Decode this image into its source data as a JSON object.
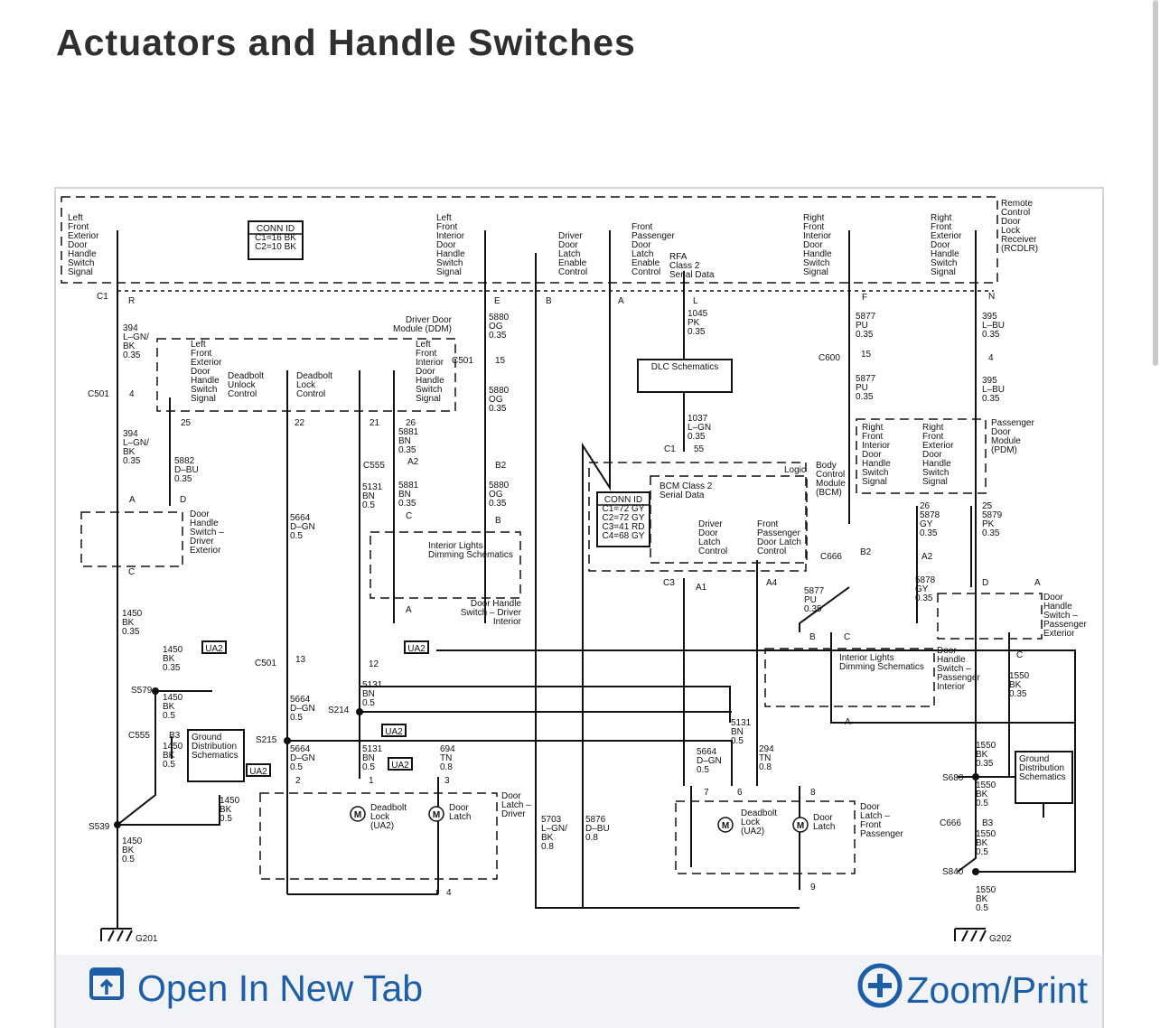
{
  "page": {
    "title": "Actuators and Handle Switches"
  },
  "actions": {
    "open_new_tab": "Open In New Tab",
    "zoom_print": "Zoom/Print"
  },
  "colors": {
    "accent": "#1d5ea8",
    "bar_bg": "#f1f3f6",
    "title": "#2f2f2f"
  },
  "icons": {
    "open_new_tab": "open-in-new-tab-icon",
    "zoom_print": "plus-circle-icon"
  },
  "diagram": {
    "labels": [
      {
        "id": "lf-ext-signal",
        "lines": [
          "Left",
          "Front",
          "Exterior",
          "Door",
          "Handle",
          "Switch",
          "Signal"
        ]
      },
      {
        "id": "lf-int-signal",
        "lines": [
          "Left",
          "Front",
          "Interior",
          "Door",
          "Handle",
          "Switch",
          "Signal"
        ]
      },
      {
        "id": "drv-latch-enable",
        "lines": [
          "Driver",
          "Door",
          "Latch",
          "Enable",
          "Control"
        ]
      },
      {
        "id": "pass-latch-enable",
        "lines": [
          "Front",
          "Passenger",
          "Door",
          "Latch",
          "Enable",
          "Control"
        ]
      },
      {
        "id": "rfa-class2",
        "lines": [
          "RFA",
          "Class 2",
          "Serial Data"
        ]
      },
      {
        "id": "rf-int-signal",
        "lines": [
          "Right",
          "Front",
          "Interior",
          "Door",
          "Handle",
          "Switch",
          "Signal"
        ]
      },
      {
        "id": "rf-ext-signal",
        "lines": [
          "Right",
          "Front",
          "Exterior",
          "Door",
          "Handle",
          "Switch",
          "Signal"
        ]
      },
      {
        "id": "rcdlr",
        "lines": [
          "Remote",
          "Control",
          "Door",
          "Lock",
          "Receiver",
          "(RCDLR)"
        ]
      },
      {
        "id": "c1",
        "lines": [
          "C1"
        ]
      },
      {
        "id": "pin-r",
        "lines": [
          "R"
        ]
      },
      {
        "id": "pin-e",
        "lines": [
          "E"
        ]
      },
      {
        "id": "pin-b",
        "lines": [
          "B"
        ]
      },
      {
        "id": "pin-a",
        "lines": [
          "A"
        ]
      },
      {
        "id": "pin-l",
        "lines": [
          "L"
        ]
      },
      {
        "id": "pin-f",
        "lines": [
          "F"
        ]
      },
      {
        "id": "pin-n",
        "lines": [
          "N"
        ]
      },
      {
        "id": "w394a",
        "lines": [
          "394",
          "L–GN/",
          "BK",
          "0.35"
        ]
      },
      {
        "id": "ddm",
        "lines": [
          "Driver Door",
          "Module (DDM)"
        ]
      },
      {
        "id": "ddm-lf-ext",
        "lines": [
          "Left",
          "Front",
          "Exterior",
          "Door",
          "Handle",
          "Switch",
          "Signal"
        ]
      },
      {
        "id": "deadbolt-unlock",
        "lines": [
          "Deadbolt",
          "Unlock",
          "Control"
        ]
      },
      {
        "id": "deadbolt-lock",
        "lines": [
          "Deadbolt",
          "Lock",
          "Control"
        ]
      },
      {
        "id": "ddm-lf-int",
        "lines": [
          "Left",
          "Front",
          "Interior",
          "Door",
          "Handle",
          "Switch",
          "Signal"
        ]
      },
      {
        "id": "c501-15",
        "lines": [
          "C501"
        ]
      },
      {
        "id": "pin-15",
        "lines": [
          "15"
        ]
      },
      {
        "id": "w5880a",
        "lines": [
          "5880",
          "OG",
          "0.35"
        ]
      },
      {
        "id": "w5880b",
        "lines": [
          "5880",
          "OG",
          "0.35"
        ]
      },
      {
        "id": "w5880c",
        "lines": [
          "5880",
          "OG",
          "0.35"
        ]
      },
      {
        "id": "w1045",
        "lines": [
          "1045",
          "PK",
          "0.35"
        ]
      },
      {
        "id": "c600",
        "lines": [
          "C600"
        ]
      },
      {
        "id": "pin-c600-15",
        "lines": [
          "15"
        ]
      },
      {
        "id": "w5877a",
        "lines": [
          "5877",
          "PU",
          "0.35"
        ]
      },
      {
        "id": "w5877b",
        "lines": [
          "5877",
          "PU",
          "0.35"
        ]
      },
      {
        "id": "w5877c",
        "lines": [
          "5877",
          "PU",
          "0.35"
        ]
      },
      {
        "id": "w395a",
        "lines": [
          "395",
          "L–BU",
          "0.35"
        ]
      },
      {
        "id": "w395b",
        "lines": [
          "395",
          "L–BU",
          "0.35"
        ]
      },
      {
        "id": "pin-4r",
        "lines": [
          "4"
        ]
      },
      {
        "id": "c501-4",
        "lines": [
          "C501"
        ]
      },
      {
        "id": "pin-4",
        "lines": [
          "4"
        ]
      },
      {
        "id": "pin-25",
        "lines": [
          "25"
        ]
      },
      {
        "id": "pin-22",
        "lines": [
          "22"
        ]
      },
      {
        "id": "pin-21",
        "lines": [
          "21"
        ]
      },
      {
        "id": "pin-26",
        "lines": [
          "26"
        ]
      },
      {
        "id": "w5881a",
        "lines": [
          "5881",
          "BN",
          "0.35"
        ]
      },
      {
        "id": "w5881b",
        "lines": [
          "5881",
          "BN",
          "0.35"
        ]
      },
      {
        "id": "w1037",
        "lines": [
          "1037",
          "L–GN",
          "0.35"
        ]
      },
      {
        "id": "c1-55",
        "lines": [
          "C1"
        ]
      },
      {
        "id": "pin-55",
        "lines": [
          "55"
        ]
      },
      {
        "id": "logic",
        "lines": [
          "Logic"
        ]
      },
      {
        "id": "bcm",
        "lines": [
          "Body",
          "Control",
          "Module",
          "(BCM)"
        ]
      },
      {
        "id": "w394b",
        "lines": [
          "394",
          "L–GN/",
          "BK",
          "0.35"
        ]
      },
      {
        "id": "w5882",
        "lines": [
          "5882",
          "D–BU",
          "0.35"
        ]
      },
      {
        "id": "c555a",
        "lines": [
          "C555"
        ]
      },
      {
        "id": "pin-a2",
        "lines": [
          "A2"
        ]
      },
      {
        "id": "pin-b2",
        "lines": [
          "B2"
        ]
      },
      {
        "id": "w5131a",
        "lines": [
          "5131",
          "BN",
          "0.5"
        ]
      },
      {
        "id": "bcm-class2",
        "lines": [
          "BCM Class 2",
          "Serial Data"
        ]
      },
      {
        "id": "bcm-drv-latch",
        "lines": [
          "Driver",
          "Door",
          "Latch",
          "Control"
        ]
      },
      {
        "id": "bcm-pass-latch",
        "lines": [
          "Front",
          "Passenger",
          "Door Latch",
          "Control"
        ]
      },
      {
        "id": "rf-int-pdm",
        "lines": [
          "Right",
          "Front",
          "Interior",
          "Door",
          "Handle",
          "Switch",
          "Signal"
        ]
      },
      {
        "id": "rf-ext-pdm",
        "lines": [
          "Right",
          "Front",
          "Exterior",
          "Door",
          "Handle",
          "Switch",
          "Signal"
        ]
      },
      {
        "id": "pdm",
        "lines": [
          "Passenger",
          "Door",
          "Module",
          "(PDM)"
        ]
      },
      {
        "id": "w5878a",
        "lines": [
          "26",
          "5878",
          "GY",
          "0.35"
        ]
      },
      {
        "id": "w5879",
        "lines": [
          "25",
          "5879",
          "PK",
          "0.35"
        ]
      },
      {
        "id": "pin-A-dhs",
        "lines": [
          "A"
        ]
      },
      {
        "id": "pin-D-dhs",
        "lines": [
          "D"
        ]
      },
      {
        "id": "dhs-drv-ext",
        "lines": [
          "Door",
          "Handle",
          "Switch –",
          "Driver",
          "Exterior"
        ]
      },
      {
        "id": "pin-C-dhs",
        "lines": [
          "C"
        ]
      },
      {
        "id": "w5664a",
        "lines": [
          "5664",
          "D–GN",
          "0.5"
        ]
      },
      {
        "id": "int-lights-a",
        "lines": [
          "Interior Lights",
          "Dimming Schematics"
        ]
      },
      {
        "id": "pin-c-il",
        "lines": [
          "C"
        ]
      },
      {
        "id": "pin-b-il",
        "lines": [
          "B"
        ]
      },
      {
        "id": "c3",
        "lines": [
          "C3"
        ]
      },
      {
        "id": "pin-a1",
        "lines": [
          "A1"
        ]
      },
      {
        "id": "pin-a4",
        "lines": [
          "A4"
        ]
      },
      {
        "id": "c666a",
        "lines": [
          "C666"
        ]
      },
      {
        "id": "pin-b2r",
        "lines": [
          "B2"
        ]
      },
      {
        "id": "pin-a2r",
        "lines": [
          "A2"
        ]
      },
      {
        "id": "w5878b",
        "lines": [
          "5878",
          "GY",
          "0.35"
        ]
      },
      {
        "id": "dhs-drv-int",
        "lines": [
          "Door Handle",
          "Switch – Driver",
          "Interior"
        ]
      },
      {
        "id": "pin-a-il",
        "lines": [
          "A"
        ]
      },
      {
        "id": "pin-D-pdhs",
        "lines": [
          "D"
        ]
      },
      {
        "id": "pin-A-pdhs",
        "lines": [
          "A"
        ]
      },
      {
        "id": "dhs-pass-ext",
        "lines": [
          "Door",
          "Handle",
          "Switch –",
          "Passenger",
          "Exterior"
        ]
      },
      {
        "id": "w1450a",
        "lines": [
          "1450",
          "BK",
          "0.35"
        ]
      },
      {
        "id": "w1450b",
        "lines": [
          "1450",
          "BK",
          "0.35"
        ]
      },
      {
        "id": "c501-13",
        "lines": [
          "C501"
        ]
      },
      {
        "id": "pin-13",
        "lines": [
          "13"
        ]
      },
      {
        "id": "pin-12",
        "lines": [
          "12"
        ]
      },
      {
        "id": "s579",
        "lines": [
          "S579"
        ]
      },
      {
        "id": "w1450c",
        "lines": [
          "1450",
          "BK",
          "0.5"
        ]
      },
      {
        "id": "w5664b",
        "lines": [
          "5664",
          "D–GN",
          "0.5"
        ]
      },
      {
        "id": "s214",
        "lines": [
          "S214"
        ]
      },
      {
        "id": "w5131b",
        "lines": [
          "5131",
          "BN",
          "0.5"
        ]
      },
      {
        "id": "pin-B-pil",
        "lines": [
          "B"
        ]
      },
      {
        "id": "pin-C-pil",
        "lines": [
          "C"
        ]
      },
      {
        "id": "int-lights-b",
        "lines": [
          "Interior Lights",
          "Dimming Schematics"
        ]
      },
      {
        "id": "dhs-pass-int",
        "lines": [
          "Door",
          "Handle",
          "Switch –",
          "Passenger",
          "Interior"
        ]
      },
      {
        "id": "pin-C-pdhs",
        "lines": [
          "C"
        ]
      },
      {
        "id": "w1550a",
        "lines": [
          "1550",
          "BK",
          "0.35"
        ]
      },
      {
        "id": "pin-A-pil",
        "lines": [
          "A"
        ]
      },
      {
        "id": "c555b",
        "lines": [
          "C555"
        ]
      },
      {
        "id": "pin-b3",
        "lines": [
          "B3"
        ]
      },
      {
        "id": "s215",
        "lines": [
          "S215"
        ]
      },
      {
        "id": "w1450d",
        "lines": [
          "1450",
          "BK",
          "0.5"
        ]
      },
      {
        "id": "w5664c",
        "lines": [
          "5664",
          "D–GN",
          "0.5"
        ]
      },
      {
        "id": "w5131c",
        "lines": [
          "5131",
          "BN",
          "0.5"
        ]
      },
      {
        "id": "w694",
        "lines": [
          "694",
          "TN",
          "0.8"
        ]
      },
      {
        "id": "pin-2",
        "lines": [
          "2"
        ]
      },
      {
        "id": "pin-1",
        "lines": [
          "1"
        ]
      },
      {
        "id": "pin-3",
        "lines": [
          "3"
        ]
      },
      {
        "id": "w5131d",
        "lines": [
          "5131",
          "BN",
          "0.5"
        ]
      },
      {
        "id": "w5664d",
        "lines": [
          "5664",
          "D–GN",
          "0.5"
        ]
      },
      {
        "id": "w294",
        "lines": [
          "294",
          "TN",
          "0.8"
        ]
      },
      {
        "id": "w1550b",
        "lines": [
          "1550",
          "BK",
          "0.35"
        ]
      },
      {
        "id": "s680",
        "lines": [
          "S680"
        ]
      },
      {
        "id": "pin-7",
        "lines": [
          "7"
        ]
      },
      {
        "id": "pin-6",
        "lines": [
          "6"
        ]
      },
      {
        "id": "pin-8",
        "lines": [
          "8"
        ]
      },
      {
        "id": "dl-driver",
        "lines": [
          "Door",
          "Latch –",
          "Driver"
        ]
      },
      {
        "id": "dl-pass",
        "lines": [
          "Door",
          "Latch –",
          "Front",
          "Passenger"
        ]
      },
      {
        "id": "w1450e",
        "lines": [
          "1450",
          "BK",
          "0.5"
        ]
      },
      {
        "id": "deadbolt-drv",
        "lines": [
          "Deadbolt",
          "Lock",
          "(UA2)"
        ]
      },
      {
        "id": "latch-drv",
        "lines": [
          "Door",
          "Latch"
        ]
      },
      {
        "id": "w1550c",
        "lines": [
          "1550",
          "BK",
          "0.5"
        ]
      },
      {
        "id": "s539",
        "lines": [
          "S539"
        ]
      },
      {
        "id": "w5703",
        "lines": [
          "5703",
          "L–GN/",
          "BK",
          "0.8"
        ]
      },
      {
        "id": "w5876",
        "lines": [
          "5876",
          "D–BU",
          "0.8"
        ]
      },
      {
        "id": "deadbolt-pass",
        "lines": [
          "Deadbolt",
          "Lock",
          "(UA2)"
        ]
      },
      {
        "id": "latch-pass",
        "lines": [
          "Door",
          "Latch"
        ]
      },
      {
        "id": "c666b",
        "lines": [
          "C666"
        ]
      },
      {
        "id": "pin-b3r",
        "lines": [
          "B3"
        ]
      },
      {
        "id": "w1550d",
        "lines": [
          "1550",
          "BK",
          "0.5"
        ]
      },
      {
        "id": "w1450f",
        "lines": [
          "1450",
          "BK",
          "0.5"
        ]
      },
      {
        "id": "pin-4b",
        "lines": [
          "4"
        ]
      },
      {
        "id": "pin-9",
        "lines": [
          "9"
        ]
      },
      {
        "id": "s840",
        "lines": [
          "S840"
        ]
      },
      {
        "id": "w1550e",
        "lines": [
          "1550",
          "BK",
          "0.5"
        ]
      },
      {
        "id": "g201",
        "lines": [
          "G201"
        ]
      },
      {
        "id": "g202",
        "lines": [
          "G202"
        ]
      }
    ],
    "boxes": [
      {
        "id": "conn-id-top",
        "lines": [
          "CONN ID",
          "C1=16 BK",
          "C2=10 BK"
        ]
      },
      {
        "id": "dlc",
        "lines": [
          "DLC Schematics"
        ]
      },
      {
        "id": "conn-id-bcm",
        "lines": [
          "CONN ID",
          "C1=72 GY",
          "C2=72 GY",
          "C3=41 RD",
          "C4=68 GY"
        ]
      },
      {
        "id": "gnd-left",
        "lines": [
          "Ground",
          "Distribution",
          "Schematics"
        ]
      },
      {
        "id": "gnd-right",
        "lines": [
          "Ground",
          "Distribution",
          "Schematics"
        ]
      },
      {
        "id": "ua2-1",
        "lines": [
          "UA2"
        ]
      },
      {
        "id": "ua2-2",
        "lines": [
          "UA2"
        ]
      },
      {
        "id": "ua2-3",
        "lines": [
          "UA2"
        ]
      },
      {
        "id": "ua2-4",
        "lines": [
          "UA2"
        ]
      },
      {
        "id": "ua2-5",
        "lines": [
          "UA2"
        ]
      }
    ],
    "motor_symbol": "M"
  }
}
